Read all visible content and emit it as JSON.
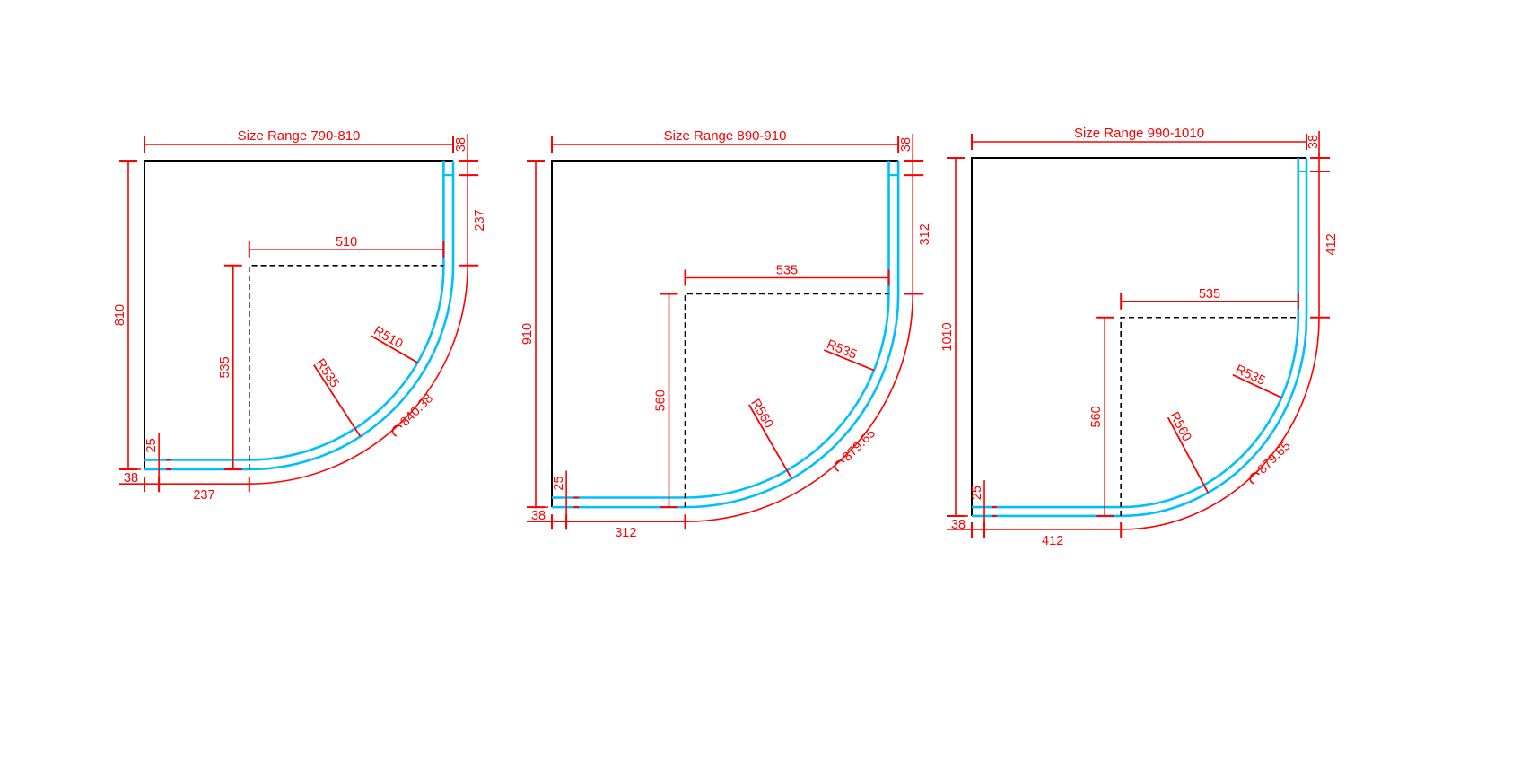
{
  "colors": {
    "dimension": "#ff0000",
    "glass": "#00bfff",
    "wall": "#000000"
  },
  "drawings": [
    {
      "title": "Size Range 790-810",
      "size_mm": 810,
      "outer_radius_mm": 535,
      "inner_radius_mm": 510,
      "frame_mm": 38,
      "glass_mm": 25,
      "labels": {
        "height": "810",
        "top_gap": "38",
        "bottom_gap": "38",
        "right_offset": "237",
        "bottom_offset": "237",
        "inner_width": "510",
        "inner_height": "535",
        "glass": "25",
        "r_inner": "R510",
        "r_outer": "R535",
        "arc_length": "840.38"
      }
    },
    {
      "title": "Size Range 890-910",
      "size_mm": 910,
      "outer_radius_mm": 560,
      "inner_radius_mm": 535,
      "frame_mm": 38,
      "glass_mm": 25,
      "labels": {
        "height": "910",
        "top_gap": "38",
        "bottom_gap": "38",
        "right_offset": "312",
        "bottom_offset": "312",
        "inner_width": "535",
        "inner_height": "560",
        "glass": "25",
        "r_inner": "R535",
        "r_outer": "R560",
        "arc_length": "879.65"
      }
    },
    {
      "title": "Size Range 990-1010",
      "size_mm": 1010,
      "outer_radius_mm": 560,
      "inner_radius_mm": 535,
      "frame_mm": 38,
      "glass_mm": 25,
      "labels": {
        "height": "1010",
        "top_gap": "38",
        "bottom_gap": "38",
        "right_offset": "412",
        "bottom_offset": "412",
        "inner_width": "535",
        "inner_height": "560",
        "glass": "25",
        "r_inner": "R535",
        "r_outer": "R560",
        "arc_length": "879.65"
      }
    }
  ]
}
